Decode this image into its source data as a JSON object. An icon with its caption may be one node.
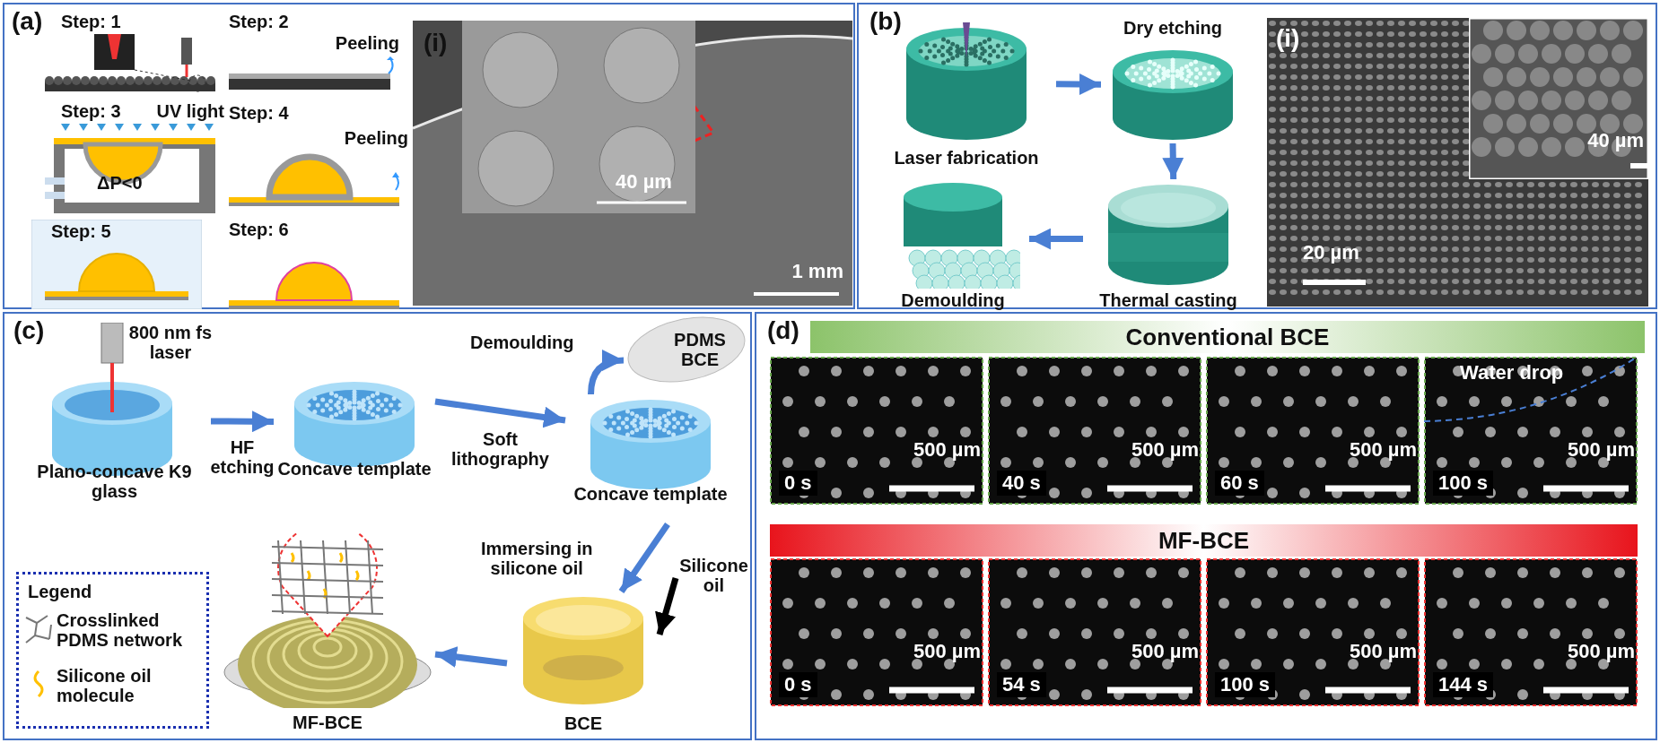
{
  "diagram": {
    "nodes": [
      {
        "text": [
          "(a)"
        ]
      },
      {
        "text": [
          "Step: 1"
        ],
        "in": 0
      },
      {
        "text": [
          "Step: 2",
          "Peeling"
        ],
        "in": 0
      },
      {
        "text": [
          "Step: 3",
          "UV light",
          "ΔP<0"
        ],
        "in": 0
      },
      {
        "text": [
          "Step: 4",
          "Peeling"
        ],
        "in": 0
      },
      {
        "text": [
          "Step: 5"
        ],
        "in": 0
      },
      {
        "text": [
          "Step: 6"
        ],
        "in": 0
      },
      {
        "text": [
          "(i)",
          "1 mm"
        ],
        "in": 0
      },
      {
        "text": [
          "40 µm"
        ],
        "in": 7
      },
      {
        "text": [
          "(b)"
        ]
      },
      {
        "text": [
          "Laser fabrication"
        ],
        "in": 9
      },
      {
        "text": [
          "Dry etching"
        ],
        "in": 9
      },
      {
        "text": [
          "Thermal casting"
        ],
        "in": 9
      },
      {
        "text": [
          "Demoulding"
        ],
        "in": 9
      },
      {
        "text": [
          "(i)",
          "20 µm"
        ],
        "in": 9
      },
      {
        "text": [
          "40 µm"
        ],
        "in": 14
      },
      {
        "text": [
          "(c)"
        ]
      },
      {
        "text": [
          "800 nm fs laser",
          "Plano-concave K9 glass"
        ],
        "in": 16
      },
      {
        "text": [
          "Concave template"
        ],
        "in": 16
      },
      {
        "text": [
          "Concave template"
        ],
        "in": 16
      },
      {
        "text": [
          "PDMS BCE"
        ],
        "in": 16
      },
      {
        "text": [
          "BCE"
        ],
        "in": 16
      },
      {
        "text": [
          "Silicone oil"
        ],
        "in": 16
      },
      {
        "text": [
          "MF-BCE"
        ],
        "in": 16
      },
      {
        "text": [
          "(d)"
        ]
      },
      {
        "text": [
          "Conventional BCE"
        ],
        "in": 24
      },
      {
        "text": [
          "0 s",
          "500 µm"
        ],
        "in": 24
      },
      {
        "text": [
          "40 s",
          "500 µm"
        ],
        "in": 24
      },
      {
        "text": [
          "60 s",
          "500 µm"
        ],
        "in": 24
      },
      {
        "text": [
          "Water drop",
          "100 s",
          "500 µm"
        ],
        "in": 24
      },
      {
        "text": [
          "MF-BCE"
        ],
        "in": 24
      },
      {
        "text": [
          "0 s",
          "500 µm"
        ],
        "in": 24
      },
      {
        "text": [
          "54 s",
          "500 µm"
        ],
        "in": 24
      },
      {
        "text": [
          "100 s",
          "500 µm"
        ],
        "in": 24
      },
      {
        "text": [
          "144 s",
          "500 µm"
        ],
        "in": 24
      }
    ],
    "edges": [
      {
        "from": 10,
        "to": 11,
        "arrow": "to"
      },
      {
        "from": 11,
        "to": 12,
        "arrow": "to"
      },
      {
        "from": 12,
        "to": 13,
        "arrow": "to"
      },
      {
        "from": 17,
        "to": 18,
        "arrow": "to",
        "label": "HF etching"
      },
      {
        "from": 18,
        "to": 19,
        "arrow": "to",
        "label": "Soft lithography"
      },
      {
        "from": 19,
        "to": 20,
        "arrow": "to",
        "label": "Demoulding"
      },
      {
        "from": 19,
        "to": 21,
        "arrow": "to",
        "label": "Immersing in silicone oil"
      },
      {
        "from": 22,
        "to": 21,
        "arrow": "to",
        "color": "#000000"
      },
      {
        "from": 21,
        "to": 23,
        "arrow": "to"
      }
    ],
    "labels": [
      "Legend"
    ],
    "legend": [
      {
        "text": "Crosslinked PDMS network"
      },
      {
        "text": "Silicone oil molecule"
      }
    ]
  }
}
